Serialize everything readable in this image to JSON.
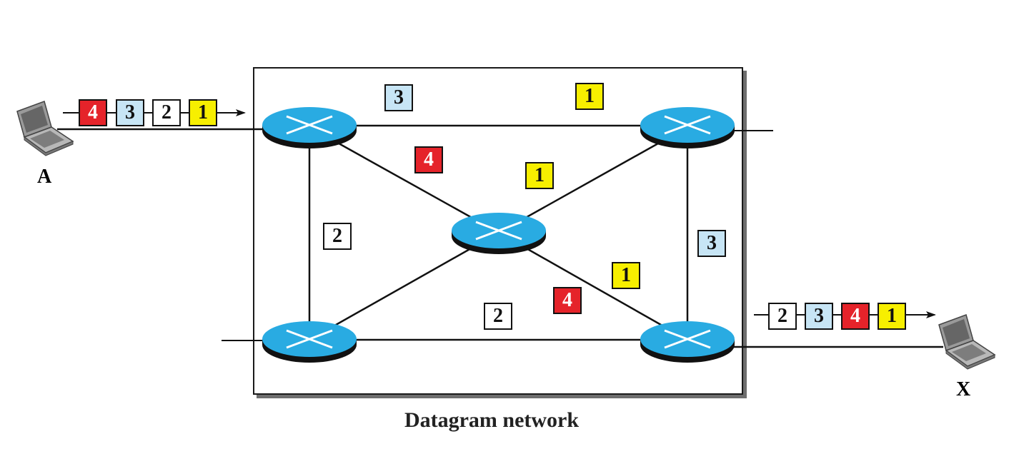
{
  "caption": "Datagram network",
  "hosts": {
    "source": {
      "label": "A",
      "icon": "laptop-icon"
    },
    "destination": {
      "label": "X",
      "icon": "laptop-icon"
    }
  },
  "routers": [
    {
      "id": "top-left",
      "icon": "router-icon"
    },
    {
      "id": "top-right",
      "icon": "router-icon"
    },
    {
      "id": "center",
      "icon": "router-icon"
    },
    {
      "id": "bottom-left",
      "icon": "router-icon"
    },
    {
      "id": "bottom-right",
      "icon": "router-icon"
    }
  ],
  "input_queue": {
    "packets": [
      {
        "number": "4",
        "color": "red"
      },
      {
        "number": "3",
        "color": "blue"
      },
      {
        "number": "2",
        "color": "white"
      },
      {
        "number": "1",
        "color": "yellow"
      }
    ]
  },
  "output_queue": {
    "packets": [
      {
        "number": "2",
        "color": "white"
      },
      {
        "number": "3",
        "color": "blue"
      },
      {
        "number": "4",
        "color": "red"
      },
      {
        "number": "1",
        "color": "yellow"
      }
    ]
  },
  "link_packets": [
    {
      "number": "3",
      "color": "blue",
      "link": "top-left to top-right"
    },
    {
      "number": "1",
      "color": "yellow",
      "link": "top-left to top-right"
    },
    {
      "number": "4",
      "color": "red",
      "link": "top-left to center"
    },
    {
      "number": "1",
      "color": "yellow",
      "link": "center to top-right"
    },
    {
      "number": "2",
      "color": "white",
      "link": "top-left to bottom-left"
    },
    {
      "number": "3",
      "color": "blue",
      "link": "top-right to bottom-right"
    },
    {
      "number": "1",
      "color": "yellow",
      "link": "center to bottom-right"
    },
    {
      "number": "4",
      "color": "red",
      "link": "center to bottom-right"
    },
    {
      "number": "2",
      "color": "white",
      "link": "bottom-left to bottom-right"
    }
  ],
  "colors": {
    "red": "#e5232a",
    "blue": "#c7e5f5",
    "white": "#ffffff",
    "yellow": "#f7ef00",
    "router_fill": "#29abe2",
    "router_base": "#1a1a1a"
  }
}
